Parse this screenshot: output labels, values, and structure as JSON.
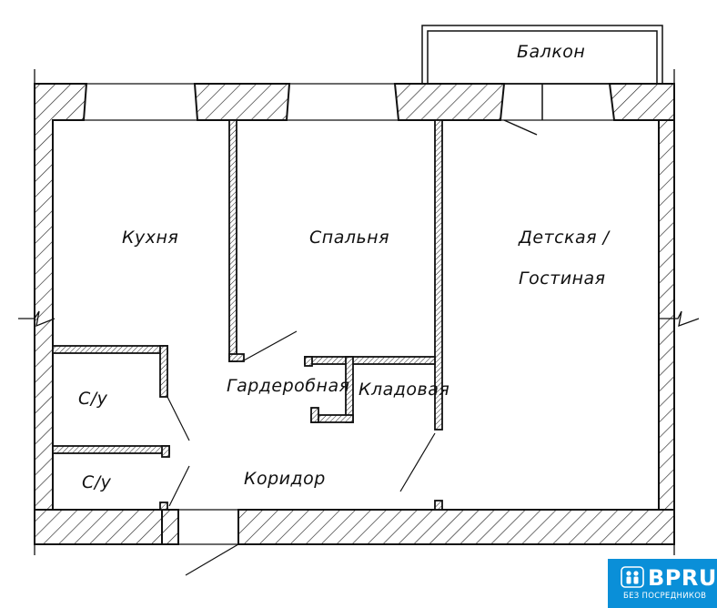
{
  "rooms": {
    "balcony": "Балкон",
    "kitchen": "Кухня",
    "bedroom": "Спальня",
    "living_line1": "Детская /",
    "living_line2": "Гостиная",
    "wardrobe": "Гардеробная",
    "storage": "Кладовая",
    "bathroom1": "С/у",
    "bathroom2": "С/у",
    "corridor": "Коридор"
  },
  "logo": {
    "title": "BPRU",
    "subtitle": "БЕЗ ПОСРЕДНИКОВ",
    "color": "#0a8fd8"
  }
}
